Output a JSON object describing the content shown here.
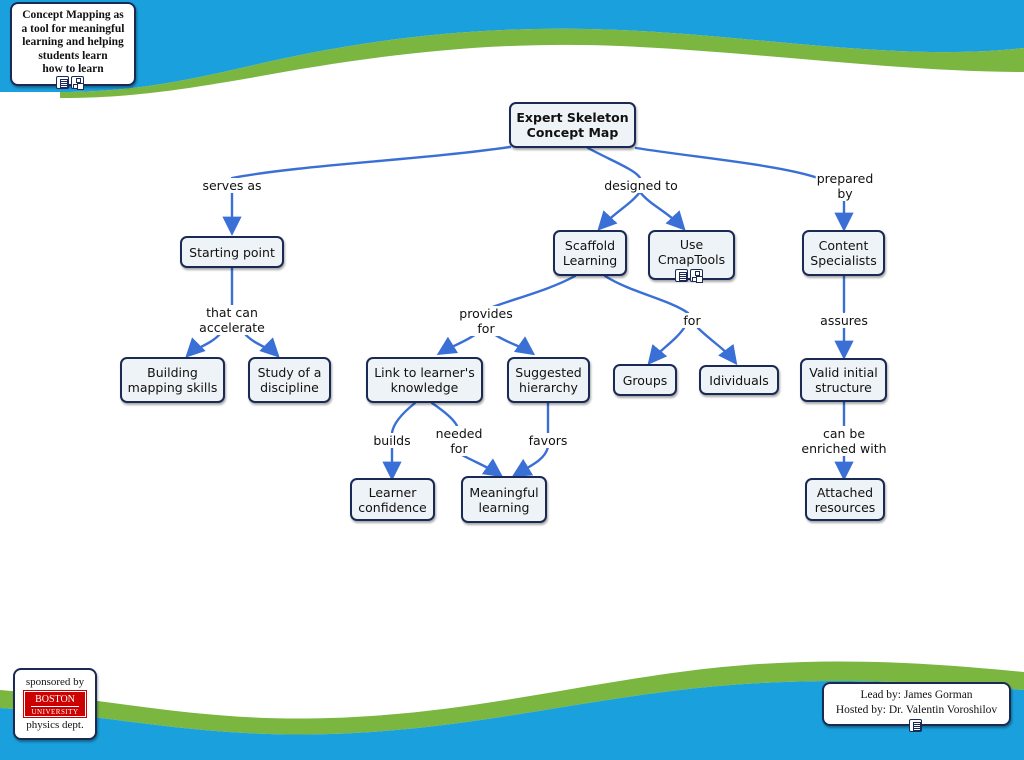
{
  "title_box": {
    "text": "Concept Mapping as\na tool for meaningful\nlearning and helping\nstudents learn\nhow to learn"
  },
  "root": {
    "text": "Expert Skeleton\nConcept Map"
  },
  "links": {
    "serves_as": "serves as",
    "designed_to": "designed to",
    "prepared_by": "prepared\nby",
    "that_can_accelerate": "that can\naccelerate",
    "provides_for": "provides\nfor",
    "for": "for",
    "assures": "assures",
    "builds": "builds",
    "needed_for": "needed\nfor",
    "favors": "favors",
    "can_be_enriched_with": "can be\nenriched with"
  },
  "concepts": {
    "starting_point": "Starting point",
    "scaffold_learning": "Scaffold\nLearning",
    "use_cmaptools": "Use\nCmapTools",
    "content_specialists": "Content\nSpecialists",
    "building_mapping_skills": "Building\nmapping skills",
    "study_of_a_discipline": "Study of a\ndiscipline",
    "link_to_learners_knowledge": "Link to learner's\nknowledge",
    "suggested_hierarchy": "Suggested\nhierarchy",
    "groups": "Groups",
    "idividuals": "Idividuals",
    "valid_initial_structure": "Valid initial\nstructure",
    "learner_confidence": "Learner\nconfidence",
    "meaningful_learning": "Meaningful\nlearning",
    "attached_resources": "Attached\nresources"
  },
  "sponsor": {
    "line1": "sponsored by",
    "logo_top": "BOSTON",
    "logo_bottom": "UNIVERSITY",
    "line2": "physics dept."
  },
  "credits": {
    "lead": "Lead by: James Gorman",
    "hosted": "Hosted by: Dr. Valentin Voroshilov"
  },
  "colors": {
    "wave_blue": "#1aa0dc",
    "wave_green": "#7ab640",
    "connector": "#3a6fd6",
    "node_border": "#1b2a55",
    "node_fill": "#eef3f7"
  },
  "icons": [
    "resource-doc-icon",
    "cmap-icon"
  ]
}
